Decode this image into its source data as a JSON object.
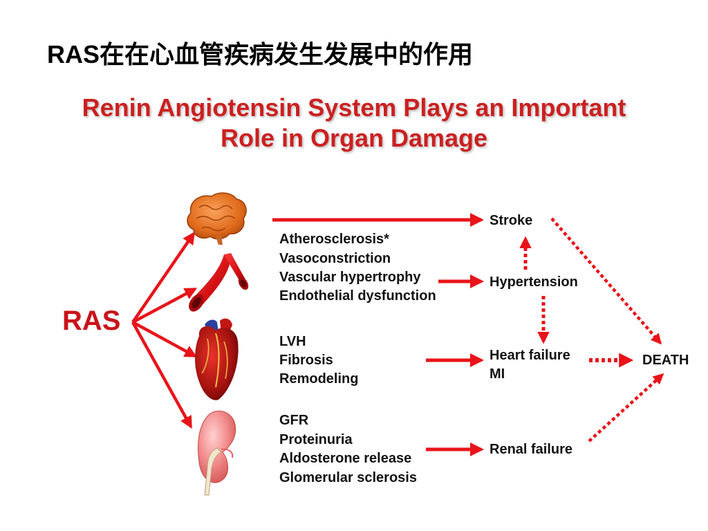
{
  "slide": {
    "title": "RAS在在心血管疾病发生发展中的作用",
    "subtitle_line1": "Renin Angiotensin System Plays an Important",
    "subtitle_line2": "Role in Organ Damage"
  },
  "diagram": {
    "source_label": "RAS",
    "vascular_effects": [
      "Atherosclerosis*",
      "Vasoconstriction",
      "Vascular hypertrophy",
      "Endothelial dysfunction"
    ],
    "cardiac_effects": [
      "LVH",
      "Fibrosis",
      "Remodeling"
    ],
    "renal_effects": [
      "GFR",
      "Proteinuria",
      "Aldosterone release",
      "Glomerular sclerosis"
    ],
    "outcomes": {
      "stroke": "Stroke",
      "hypertension": "Hypertension",
      "heart_failure": "Heart failure",
      "mi": "MI",
      "renal_failure": "Renal failure",
      "death": "DEATH"
    },
    "colors": {
      "arrow": "#e8141a",
      "title_red": "#cc2020",
      "ras_red": "#c8141a"
    }
  }
}
